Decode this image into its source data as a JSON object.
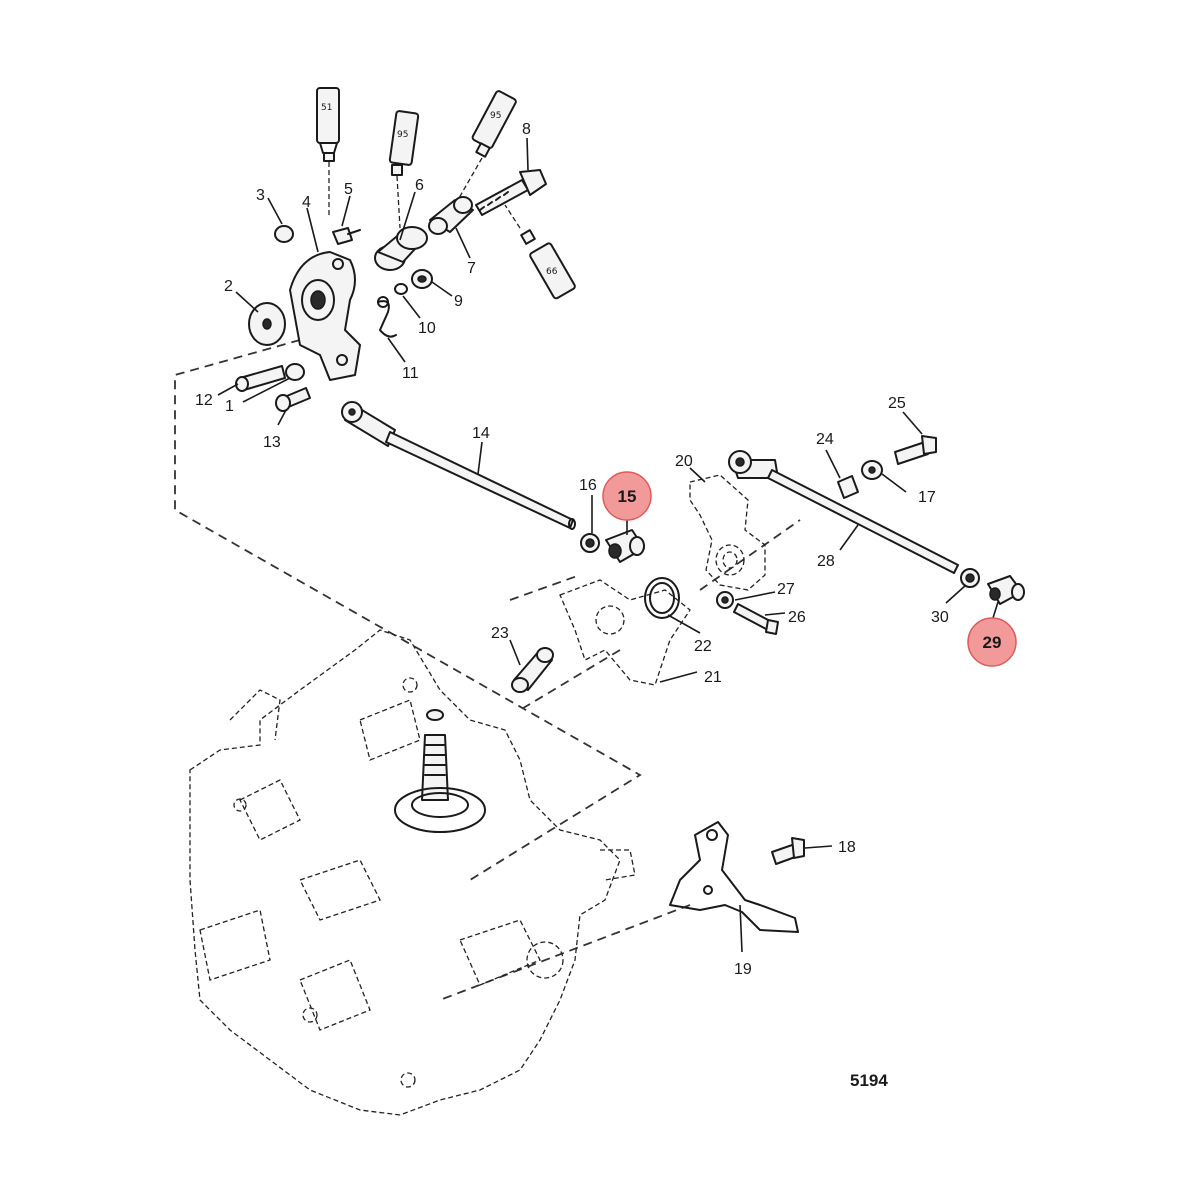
{
  "callouts": {
    "c1": "1",
    "c2": "2",
    "c3": "3",
    "c4": "4",
    "c5": "5",
    "c6": "6",
    "c7": "7",
    "c8": "8",
    "c9": "9",
    "c10": "10",
    "c11": "11",
    "c12": "12",
    "c13": "13",
    "c14": "14",
    "c16": "16",
    "c17": "17",
    "c18": "18",
    "c19": "19",
    "c20": "20",
    "c21": "21",
    "c22": "22",
    "c23": "23",
    "c24": "24",
    "c25": "25",
    "c26": "26",
    "c27": "27",
    "c28": "28",
    "c30": "30"
  },
  "highlighted": {
    "h15": "15",
    "h29": "29"
  },
  "tubes": {
    "t51": "51",
    "t95a": "95",
    "t95b": "95",
    "t66": "66"
  },
  "diagram_ref": "5194",
  "colors": {
    "highlight_fill": "#f29a9a",
    "line": "#1a1a1a"
  }
}
